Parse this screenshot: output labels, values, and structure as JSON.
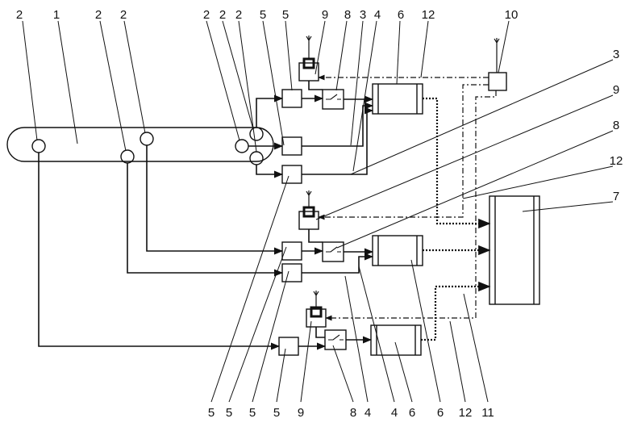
{
  "labels": {
    "belt": "1",
    "sensor": "2",
    "line_a": "3",
    "line_b": "4",
    "signal_module": "5",
    "processor": "6",
    "central_unit": "7",
    "switch": "8",
    "wireless_node": "9",
    "antenna_hub": "10",
    "data_link": "11",
    "control_link": "12"
  },
  "colors": {
    "stroke": "#111111",
    "background": "#ffffff"
  }
}
